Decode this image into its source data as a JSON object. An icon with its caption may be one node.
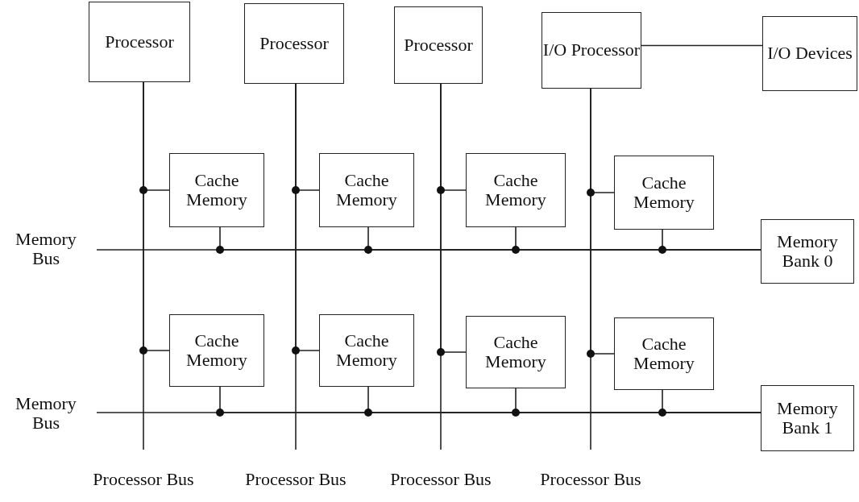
{
  "diagram": {
    "nodes": [
      {
        "text": [
          "Processor"
        ]
      },
      {
        "text": [
          "Processor"
        ]
      },
      {
        "text": [
          "Processor"
        ]
      },
      {
        "text": [
          "I/O Processor"
        ]
      },
      {
        "text": [
          "I/O Devices"
        ]
      },
      {
        "text": [
          "Cache Memory"
        ]
      },
      {
        "text": [
          "Cache Memory"
        ]
      },
      {
        "text": [
          "Cache Memory"
        ]
      },
      {
        "text": [
          "Cache Memory"
        ]
      },
      {
        "text": [
          "Memory Bank 0"
        ]
      },
      {
        "text": [
          "Cache Memory"
        ]
      },
      {
        "text": [
          "Cache Memory"
        ]
      },
      {
        "text": [
          "Cache Memory"
        ]
      },
      {
        "text": [
          "Cache Memory"
        ]
      },
      {
        "text": [
          "Memory Bank 1"
        ]
      },
      {
        "text": [
          "Memory Bus"
        ]
      },
      {
        "text": [
          "Memory Bus"
        ]
      },
      {
        "text": [
          "Processor Bus"
        ]
      },
      {
        "text": [
          "Processor Bus"
        ]
      },
      {
        "text": [
          "Processor Bus"
        ]
      },
      {
        "text": [
          "Processor Bus"
        ]
      }
    ],
    "edges": [
      {
        "from": 0,
        "to": 17,
        "arrow": "none"
      },
      {
        "from": 1,
        "to": 18,
        "arrow": "none"
      },
      {
        "from": 2,
        "to": 19,
        "arrow": "none"
      },
      {
        "from": 3,
        "to": 20,
        "arrow": "none"
      },
      {
        "from": 3,
        "to": 4,
        "arrow": "none"
      },
      {
        "from": 5,
        "to": 0,
        "arrow": "none"
      },
      {
        "from": 6,
        "to": 1,
        "arrow": "none"
      },
      {
        "from": 7,
        "to": 2,
        "arrow": "none"
      },
      {
        "from": 8,
        "to": 3,
        "arrow": "none"
      },
      {
        "from": 15,
        "to": 9,
        "arrow": "none"
      },
      {
        "from": 5,
        "to": 9,
        "arrow": "none"
      },
      {
        "from": 6,
        "to": 9,
        "arrow": "none"
      },
      {
        "from": 7,
        "to": 9,
        "arrow": "none"
      },
      {
        "from": 8,
        "to": 9,
        "arrow": "none"
      },
      {
        "from": 10,
        "to": 0,
        "arrow": "none"
      },
      {
        "from": 11,
        "to": 1,
        "arrow": "none"
      },
      {
        "from": 12,
        "to": 2,
        "arrow": "none"
      },
      {
        "from": 13,
        "to": 3,
        "arrow": "none"
      },
      {
        "from": 16,
        "to": 14,
        "arrow": "none"
      },
      {
        "from": 10,
        "to": 14,
        "arrow": "none"
      },
      {
        "from": 11,
        "to": 14,
        "arrow": "none"
      },
      {
        "from": 12,
        "to": 14,
        "arrow": "none"
      },
      {
        "from": 13,
        "to": 14,
        "arrow": "none"
      }
    ]
  }
}
